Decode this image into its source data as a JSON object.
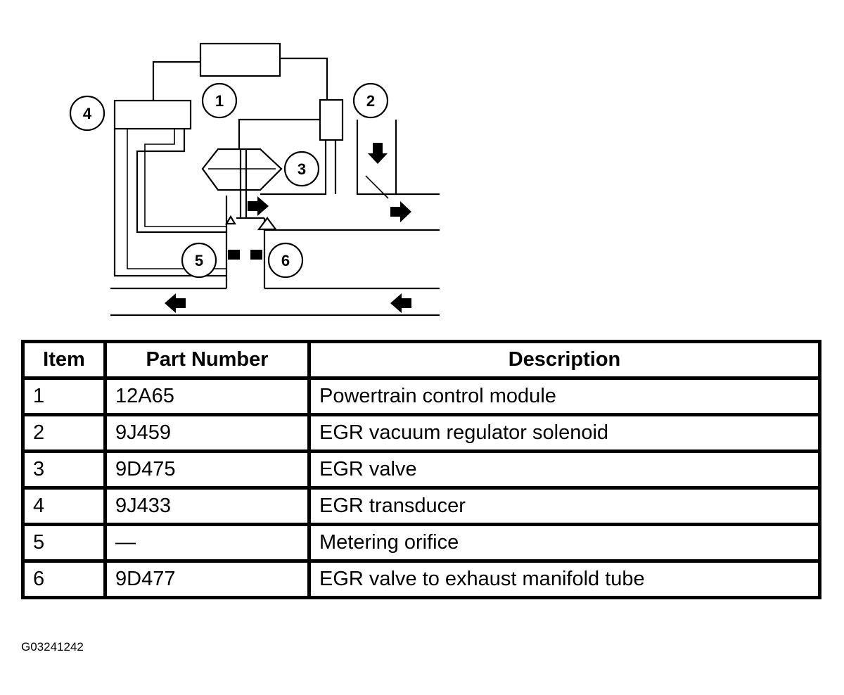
{
  "diagram": {
    "callouts": [
      "1",
      "2",
      "3",
      "4",
      "5",
      "6"
    ]
  },
  "table": {
    "headers": [
      "Item",
      "Part Number",
      "Description"
    ],
    "rows": [
      {
        "item": "1",
        "part_number": "12A65",
        "description": "Powertrain control module"
      },
      {
        "item": "2",
        "part_number": "9J459",
        "description": "EGR vacuum regulator solenoid"
      },
      {
        "item": "3",
        "part_number": "9D475",
        "description": "EGR valve"
      },
      {
        "item": "4",
        "part_number": "9J433",
        "description": "EGR transducer"
      },
      {
        "item": "5",
        "part_number": "—",
        "description": "Metering orifice"
      },
      {
        "item": "6",
        "part_number": "9D477",
        "description": "EGR valve to exhaust manifold tube"
      }
    ]
  },
  "figure_id": "G03241242"
}
